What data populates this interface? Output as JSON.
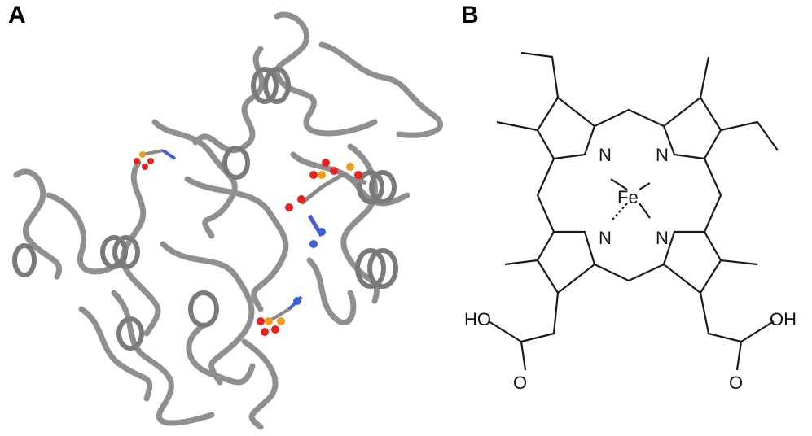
{
  "panels": {
    "a": {
      "label": "A"
    },
    "b": {
      "label": "B"
    }
  },
  "heme": {
    "atoms": {
      "fe": "Fe",
      "n": "N",
      "oh_left": "HO",
      "oh_right": "OH",
      "o": "O"
    }
  },
  "colors": {
    "ribbon": "#8f8f8f",
    "ribbon_edge": "#6b6b6b",
    "oxygen": "#e8231c",
    "phosphorus": "#f39a19",
    "nitrogen": "#3f5fd6",
    "carbon": "#8a8a8a",
    "bond": "#1a1a1a"
  }
}
